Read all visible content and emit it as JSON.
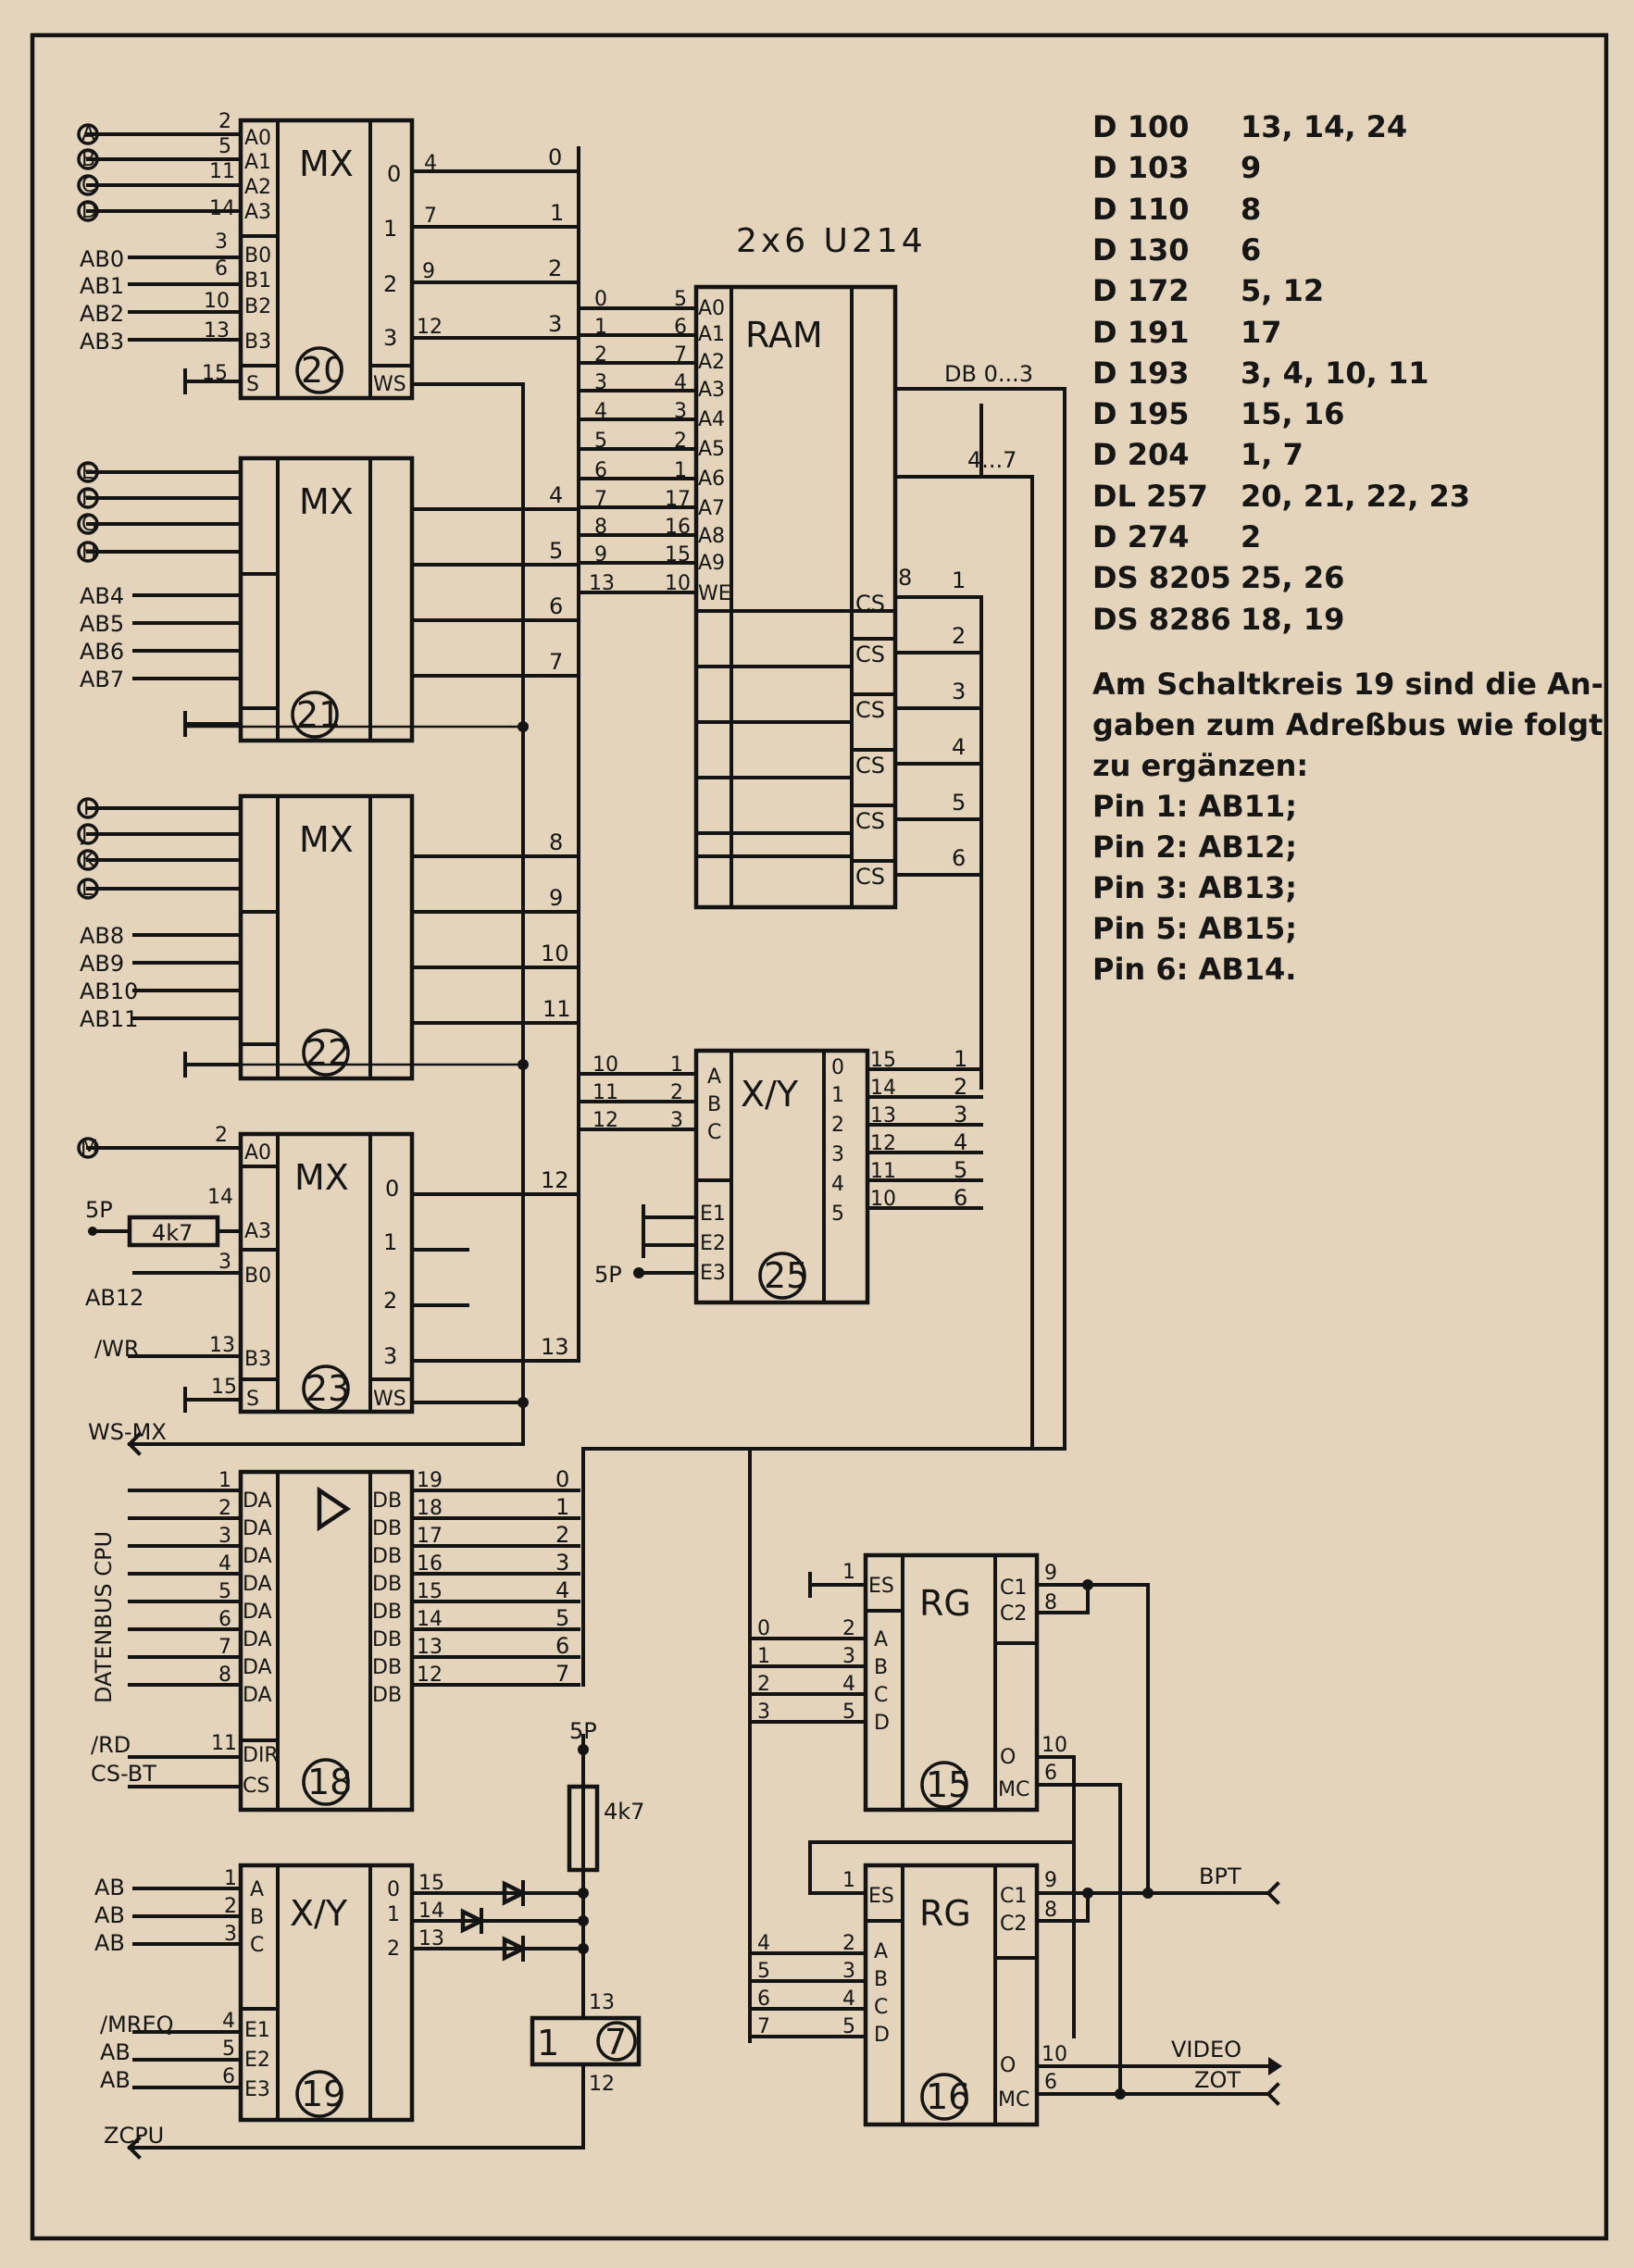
{
  "diagram": {
    "chip_labels": {
      "mx": "MX",
      "ram": "RAM",
      "ram_type": "2x6  U214",
      "xy": "X/Y",
      "rg": "RG",
      "buffer": "▷",
      "inverter": "1"
    },
    "chip_numbers": [
      "20",
      "21",
      "22",
      "23",
      "25",
      "18",
      "19",
      "15",
      "16",
      "7"
    ],
    "inputs": {
      "mx20_letters": [
        "A",
        "B",
        "C",
        "D"
      ],
      "mx21_letters": [
        "E",
        "F",
        "G",
        "H"
      ],
      "mx22_letters": [
        "I",
        "J",
        "K",
        "L"
      ],
      "mx23_letter": "M",
      "mx20_addr": [
        "AB0",
        "AB1",
        "AB2",
        "AB3"
      ],
      "mx21_addr": [
        "AB4",
        "AB5",
        "AB6",
        "AB7"
      ],
      "mx22_addr": [
        "AB8",
        "AB9",
        "AB10",
        "AB11"
      ],
      "ab12": "AB12",
      "wr": "/WR",
      "ws_mx": "WS-MX",
      "databus_cpu": "DATENBUS CPU",
      "rd": "/RD",
      "cs_bt": "CS-BT",
      "ab": "AB",
      "mreq": "/MREQ",
      "zcpu": "ZCPU",
      "p5": "5P",
      "resistor": "4k7"
    },
    "outputs": {
      "db_low": "DB 0...3",
      "db_high": "4...7",
      "bpt": "BPT",
      "video": "VIDEO",
      "zot": "ZOT"
    }
  },
  "legend": [
    {
      "type": "D 100",
      "chips": "13, 14, 24"
    },
    {
      "type": "D 103",
      "chips": "9"
    },
    {
      "type": "D 110",
      "chips": "8"
    },
    {
      "type": "D 130",
      "chips": "6"
    },
    {
      "type": "D 172",
      "chips": "5, 12"
    },
    {
      "type": "D 191",
      "chips": "17"
    },
    {
      "type": "D 193",
      "chips": "3, 4, 10, 11"
    },
    {
      "type": "D 195",
      "chips": "15, 16"
    },
    {
      "type": "D 204",
      "chips": "1, 7"
    },
    {
      "type": "DL 257",
      "chips": "20, 21, 22, 23"
    },
    {
      "type": "D 274",
      "chips": "2"
    },
    {
      "type": "DS 8205",
      "chips": "25, 26"
    },
    {
      "type": "DS 8286",
      "chips": "18, 19"
    }
  ],
  "note": {
    "lines": [
      "Am Schaltkreis 19 sind die An-",
      "gaben zum Adreßbus wie folgt",
      "zu ergänzen:"
    ],
    "pins": [
      "Pin 1: AB11;",
      "Pin 2: AB12;",
      "Pin 3: AB13;",
      "Pin 5: AB15;",
      "Pin 6: AB14."
    ]
  }
}
